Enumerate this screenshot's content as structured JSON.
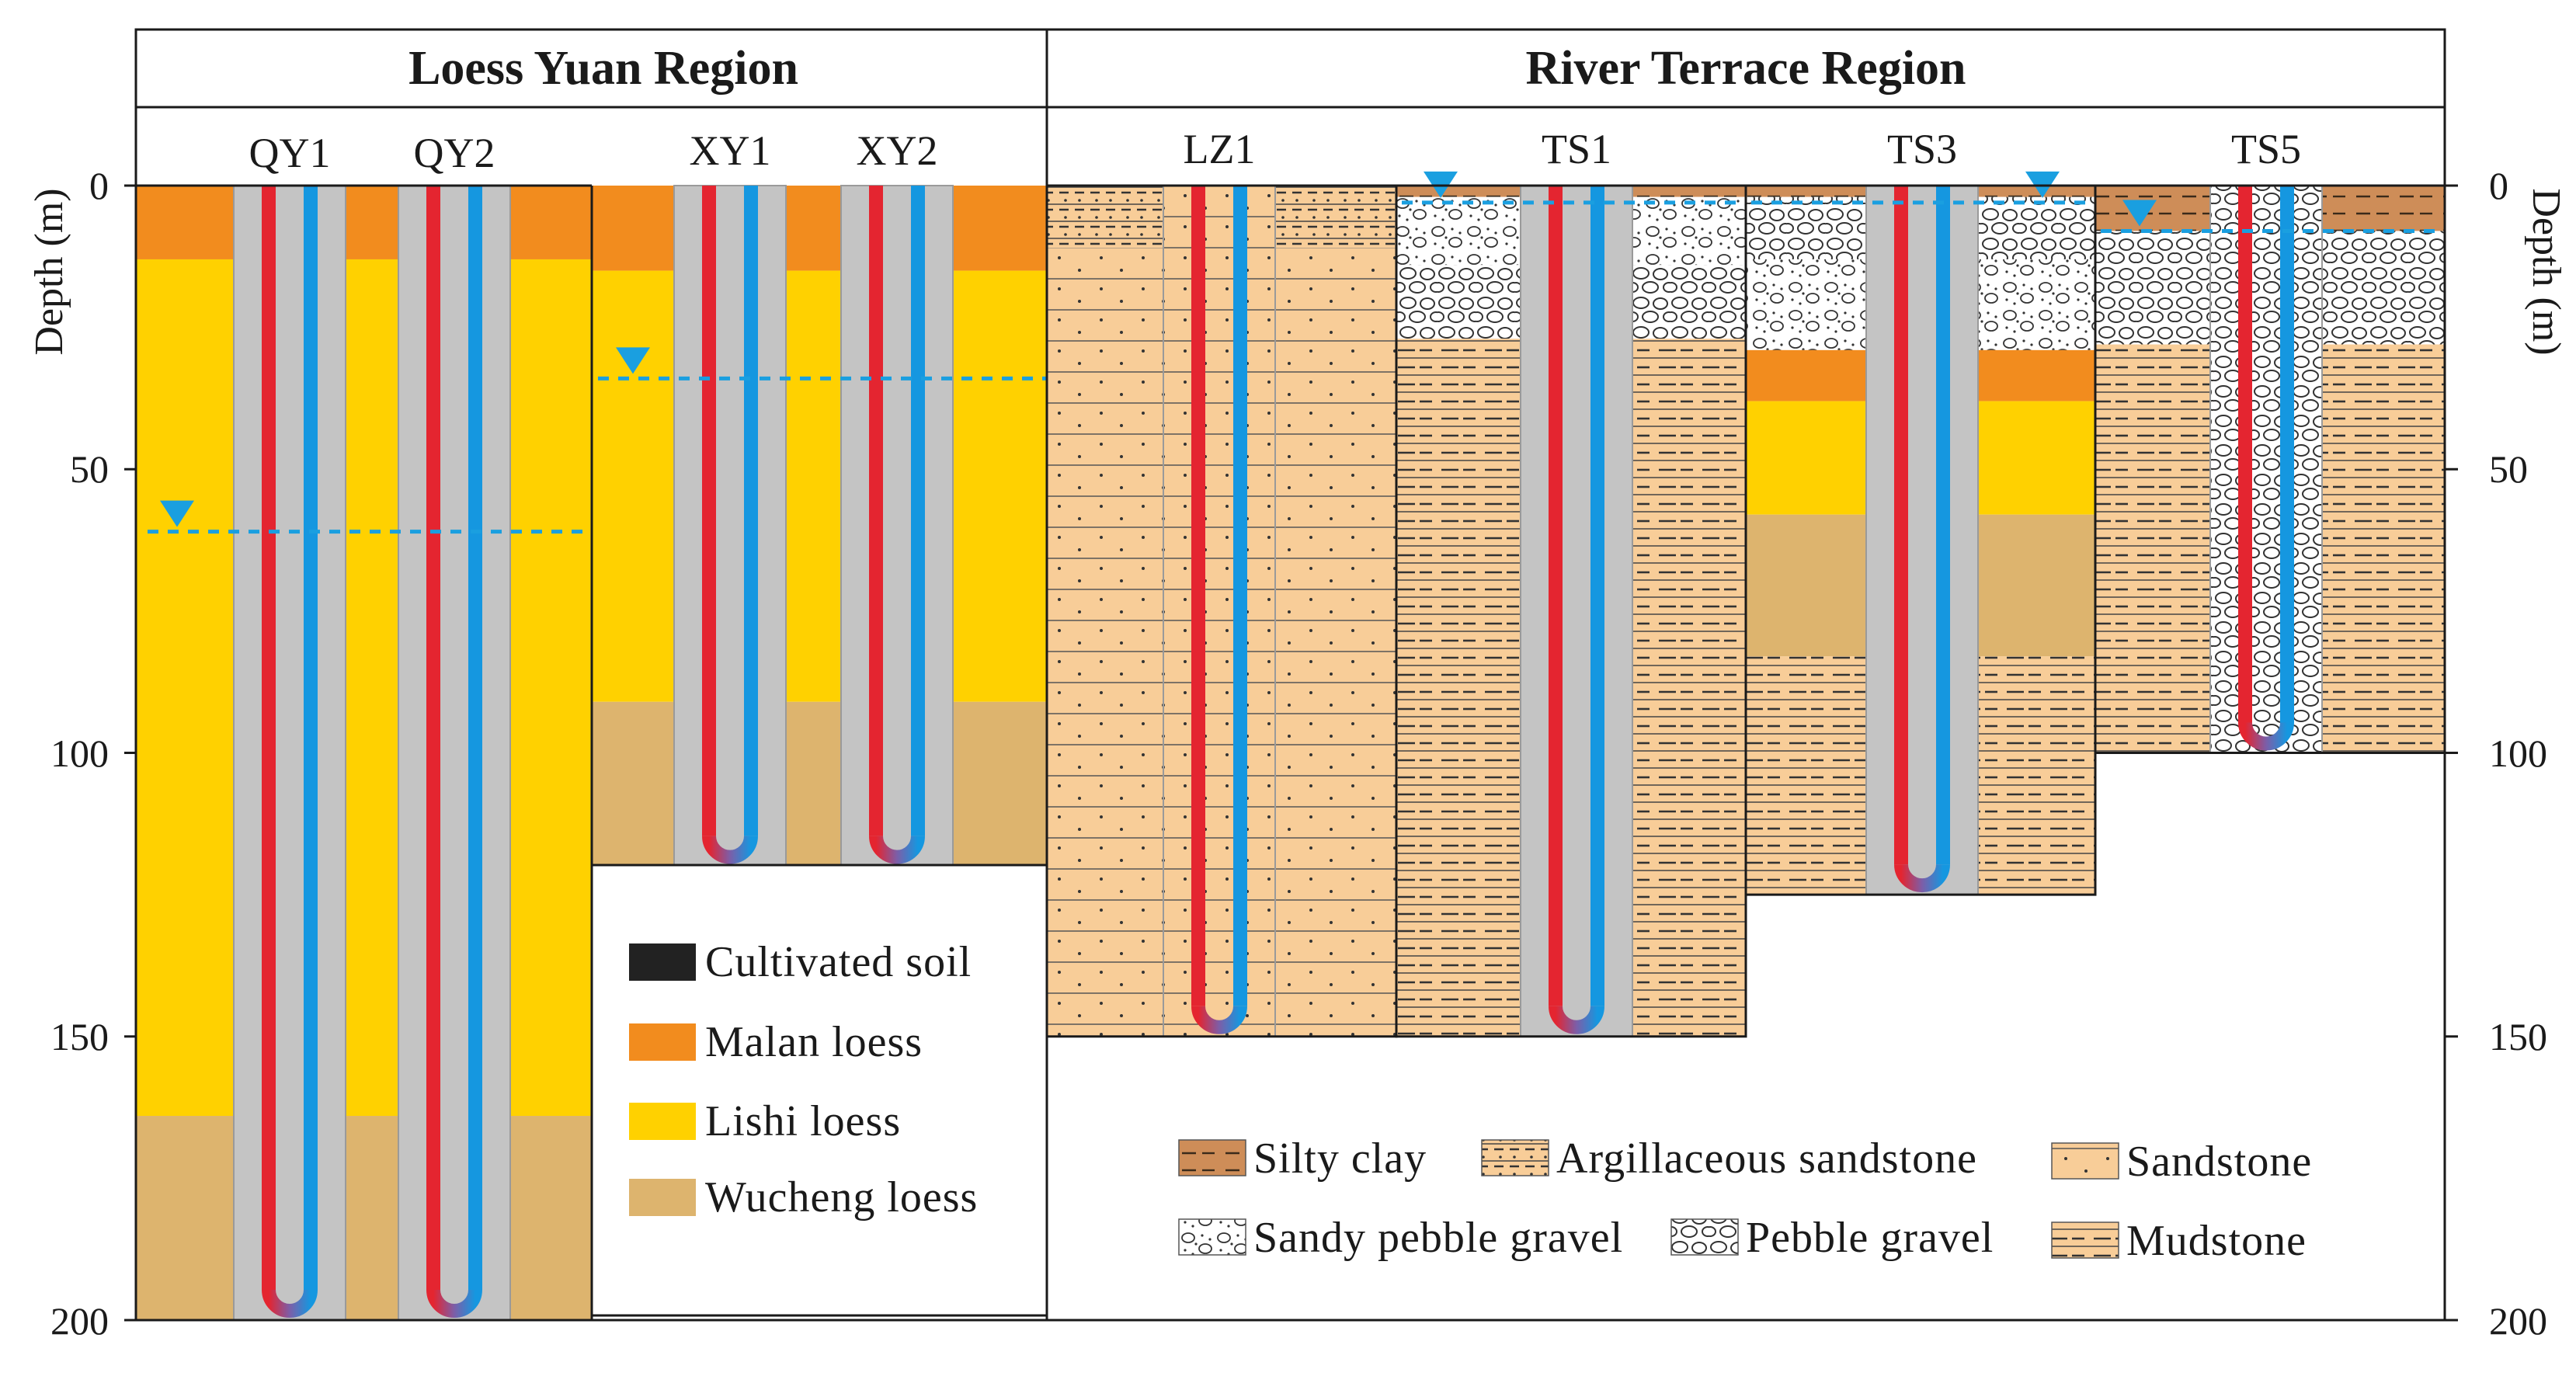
{
  "regions": {
    "loess_title": "Loess Yuan Region",
    "river_title": "River Terrace Region"
  },
  "axis": {
    "left_label": "Depth (m)",
    "right_label": "Depth (m)",
    "ticks": [
      "0",
      "50",
      "100",
      "150",
      "200"
    ],
    "depth_max": 200
  },
  "boreholes": {
    "QY1": "QY1",
    "QY2": "QY2",
    "XY1": "XY1",
    "XY2": "XY2",
    "LZ1": "LZ1",
    "TS1": "TS1",
    "TS3": "TS3",
    "TS5": "TS5"
  },
  "borehole_depths_m": {
    "QY1": 200,
    "QY2": 200,
    "XY1": 120,
    "XY2": 120,
    "LZ1": 150,
    "TS1": 150,
    "TS3": 125,
    "TS5": 100
  },
  "water_table_depths_m": {
    "loess_yuan_QY": 61,
    "loess_yuan_XY": 34,
    "TS1": 3,
    "TS3": 3,
    "TS5": 8
  },
  "legend_loess": [
    {
      "key": "cultivated",
      "label": "Cultivated soil"
    },
    {
      "key": "malan",
      "label": "Malan loess"
    },
    {
      "key": "lishi",
      "label": "Lishi loess"
    },
    {
      "key": "wucheng",
      "label": "Wucheng loess"
    }
  ],
  "legend_river": [
    {
      "key": "silty",
      "label": "Silty clay"
    },
    {
      "key": "argil",
      "label": "Argillaceous sandstone"
    },
    {
      "key": "sand",
      "label": "Sandstone"
    },
    {
      "key": "sandypebble",
      "label": "Sandy pebble gravel"
    },
    {
      "key": "pebble",
      "label": "Pebble gravel"
    },
    {
      "key": "mud",
      "label": "Mudstone"
    }
  ],
  "colors": {
    "malan": "#F28C1E",
    "lishi": "#FFD100",
    "wucheng": "#DDB46E",
    "rock": "#F8CD98",
    "silty": "#CE8D58",
    "pipe": "#C4C4C4",
    "hot_pipe": "#E42530",
    "cold_pipe": "#1597E0",
    "water": "#1A9FE0"
  }
}
